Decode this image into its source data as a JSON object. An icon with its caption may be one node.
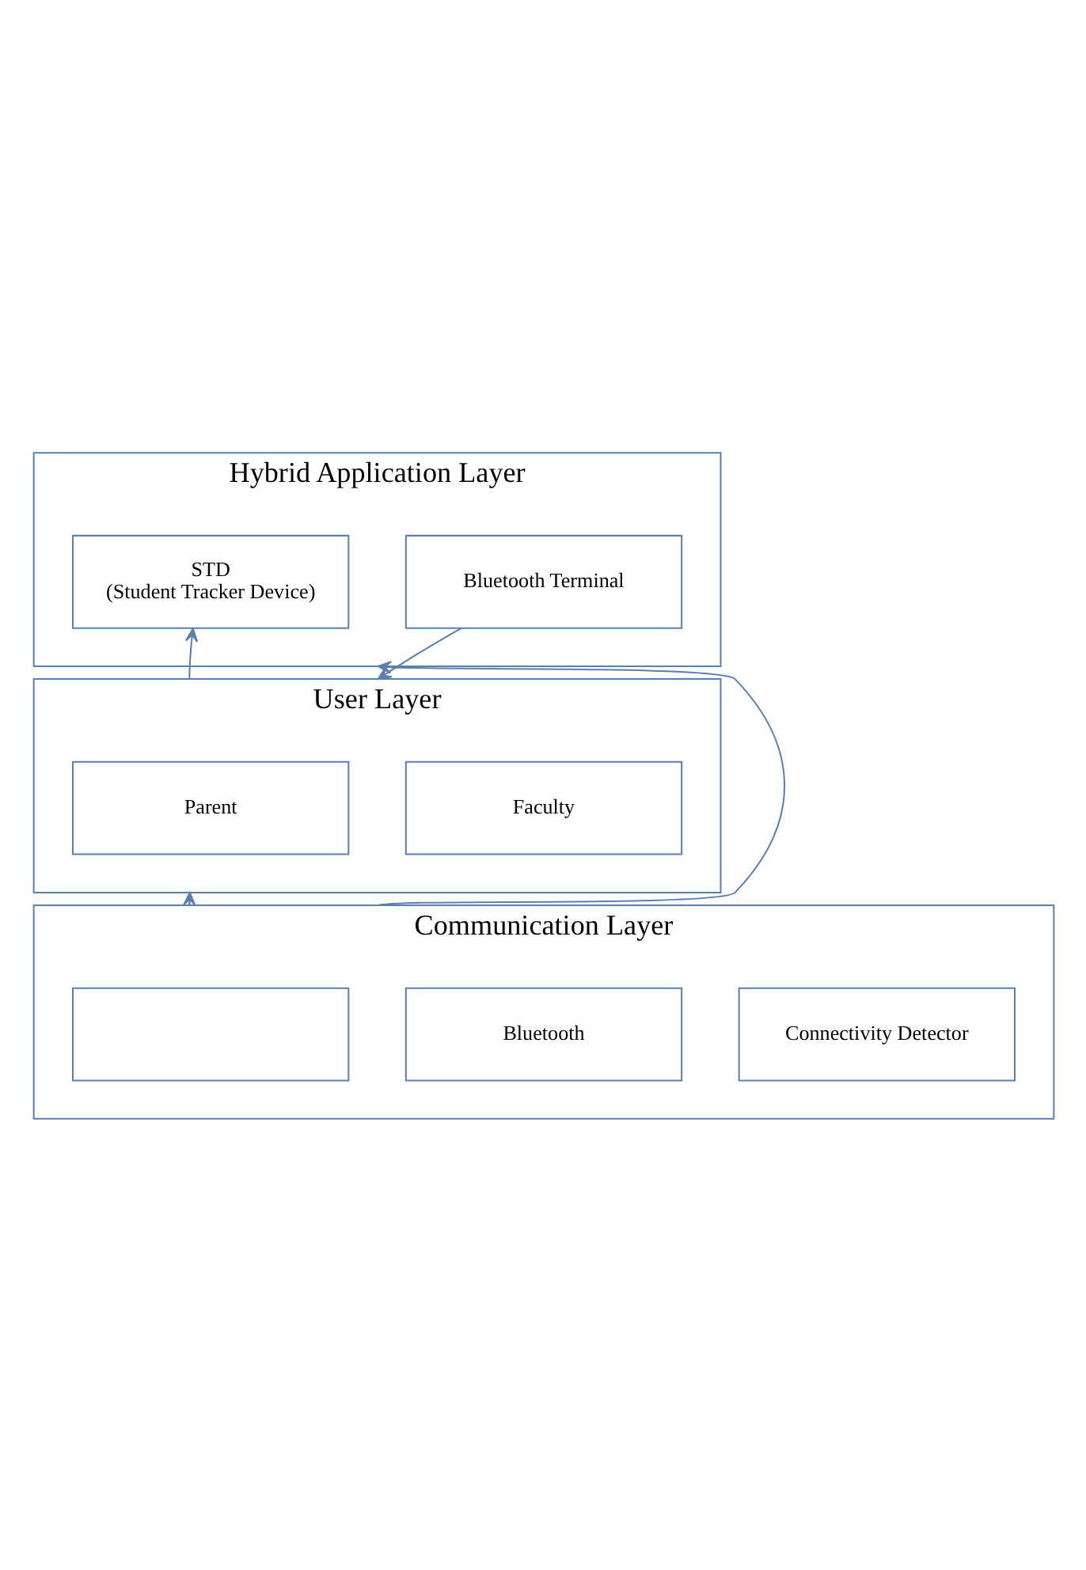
{
  "diagram": {
    "nodes": [
      {
        "text": [
          "Hybrid Application Layer"
        ]
      },
      {
        "text": [
          "STD",
          "(Student Tracker Device)"
        ],
        "in": 0
      },
      {
        "text": [
          "Bluetooth Terminal"
        ],
        "in": 0
      },
      {
        "text": [
          "User Layer"
        ]
      },
      {
        "text": [
          "Parent"
        ],
        "in": 3
      },
      {
        "text": [
          "Faculty"
        ],
        "in": 3
      },
      {
        "text": [
          "Communication Layer"
        ]
      },
      {
        "text": [],
        "shape": "box",
        "in": 6
      },
      {
        "text": [
          "Bluetooth"
        ],
        "in": 6
      },
      {
        "text": [
          "Connectivity Detector"
        ],
        "in": 6
      }
    ],
    "edges": [
      {
        "from": 3,
        "to": 1,
        "arrow": "to"
      },
      {
        "from": 2,
        "to": 3,
        "arrow": "to"
      },
      {
        "from": 6,
        "to": 3,
        "arrow": "to"
      },
      {
        "from": 6,
        "to": 0,
        "arrow": "to"
      }
    ]
  }
}
